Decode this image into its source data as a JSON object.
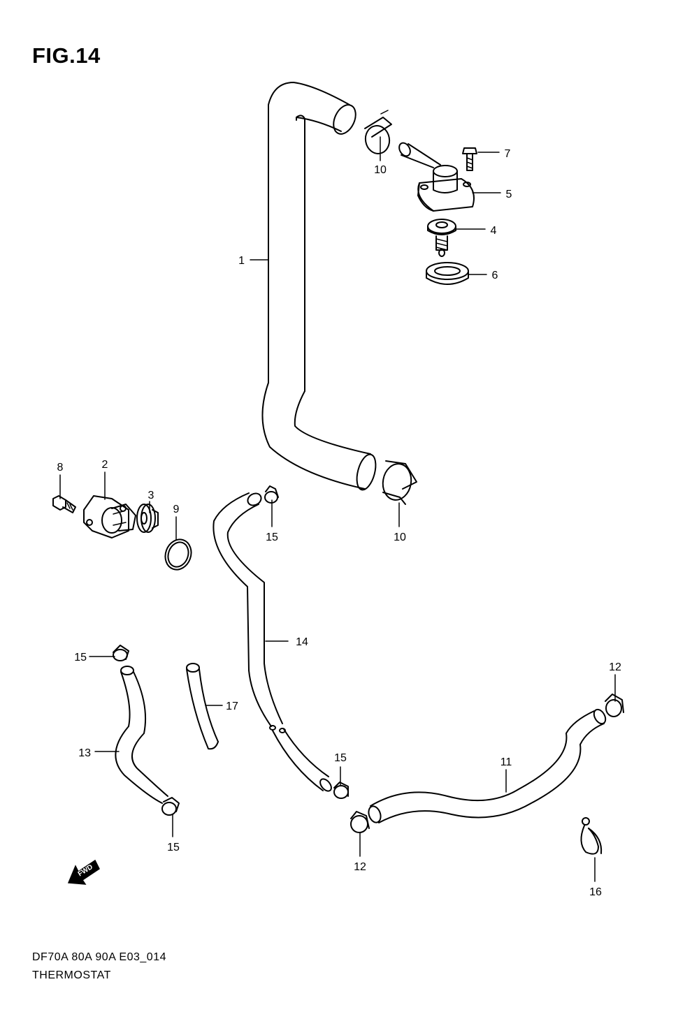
{
  "header": {
    "title": "FIG.14"
  },
  "footer": {
    "model_code": "DF70A 80A 90A E03_014",
    "diagram_name": "THERMOSTAT"
  },
  "fwd_marker": {
    "label": "FWD"
  },
  "callouts": {
    "c1": "1",
    "c2": "2",
    "c3": "3",
    "c4": "4",
    "c5": "5",
    "c6": "6",
    "c7": "7",
    "c8": "8",
    "c9": "9",
    "c10a": "10",
    "c10b": "10",
    "c11": "11",
    "c12a": "12",
    "c12b": "12",
    "c13": "13",
    "c14": "14",
    "c15a": "15",
    "c15b": "15",
    "c15c": "15",
    "c15d": "15",
    "c16": "16",
    "c17": "17"
  }
}
